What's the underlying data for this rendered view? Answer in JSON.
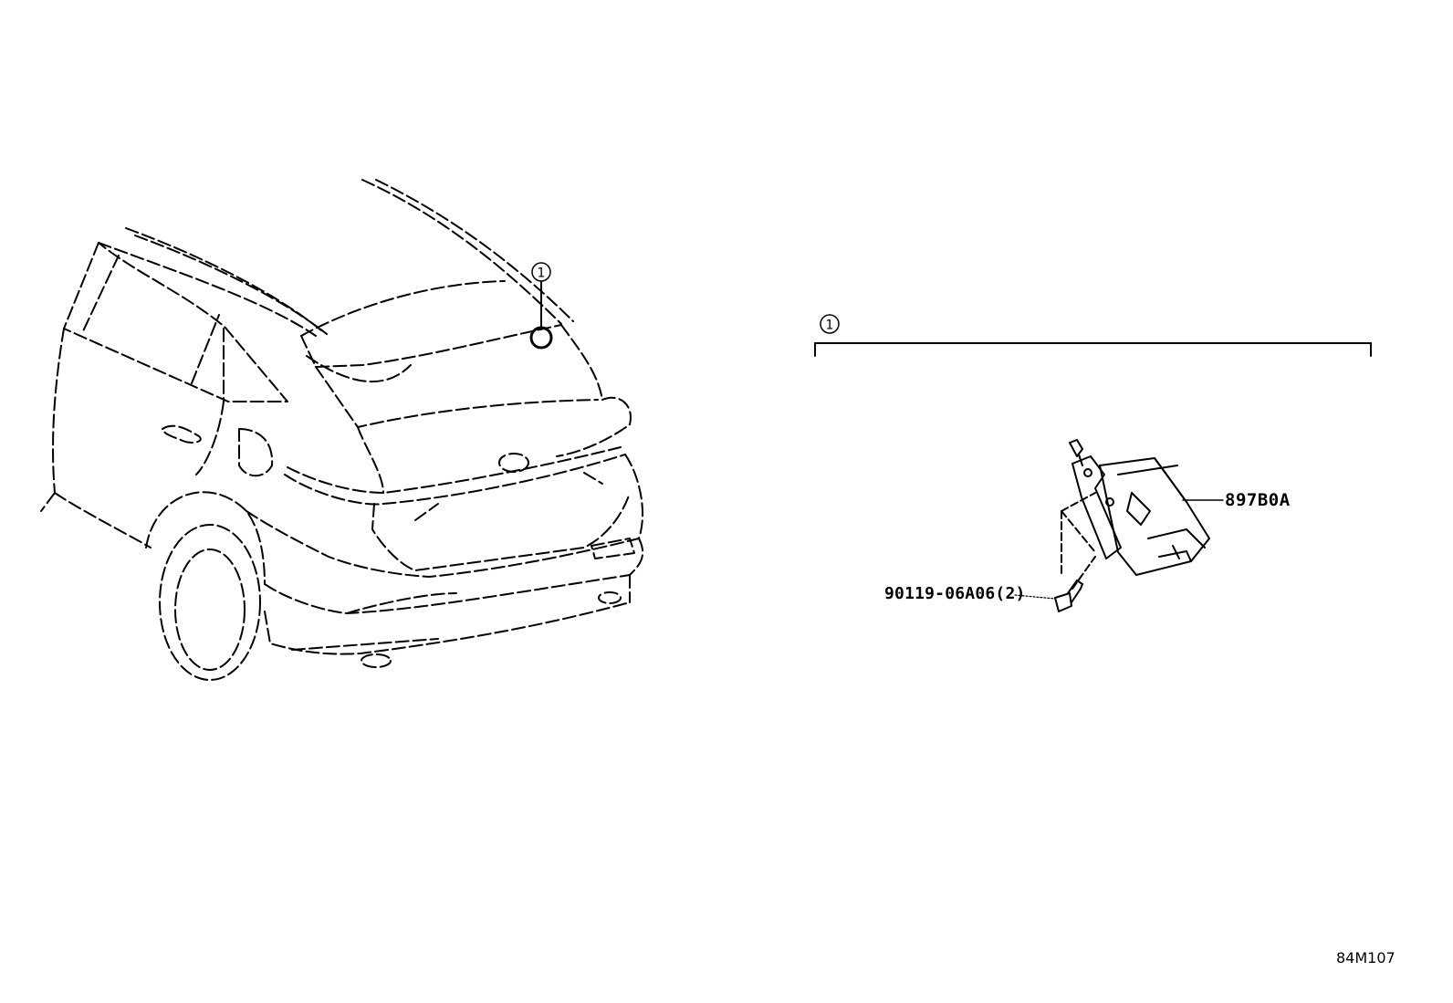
{
  "callouts": [
    {
      "id": "1",
      "label": "1"
    },
    {
      "id": "1b",
      "label": "1"
    }
  ],
  "parts": {
    "main_component": "897B0A",
    "bolt": "90119-06A06(2)"
  },
  "figure_code": "84M107",
  "colors": {
    "line": "#000000",
    "background": "#ffffff"
  }
}
